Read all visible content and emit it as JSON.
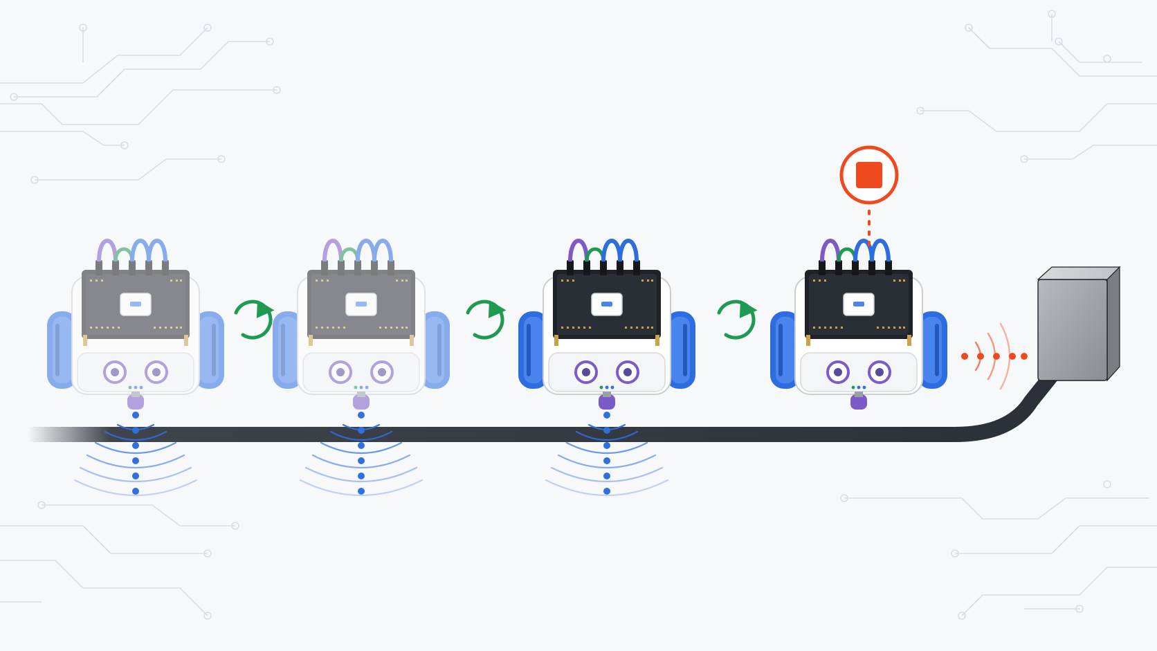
{
  "scene": {
    "description_labels": [],
    "colors": {
      "background": "#f7f8fa",
      "track": "#2b3038",
      "sensor_blue": "#2f6fe0",
      "loop_green": "#1f9a52",
      "stop_orange": "#ee4a1e",
      "wheel_blue": "#2d6de0",
      "board_dark": "#1f2228",
      "chassis_white": "#ffffff",
      "obstacle_gray": "#8e9196",
      "circuit_trace": "#d7dde6"
    },
    "robots": [
      {
        "id": "robot-1",
        "state": "following-line",
        "opacity": 0.55,
        "sensor": "line-sensor-active"
      },
      {
        "id": "robot-2",
        "state": "following-line",
        "opacity": 0.55,
        "sensor": "line-sensor-active"
      },
      {
        "id": "robot-3",
        "state": "following-line",
        "opacity": 1.0,
        "sensor": "line-sensor-active"
      },
      {
        "id": "robot-4",
        "state": "stopped",
        "opacity": 1.0,
        "sensor": "distance-sensor-detecting"
      }
    ],
    "loop_arrows": [
      {
        "id": "loop-1",
        "icon": "loop-arrow-icon"
      },
      {
        "id": "loop-2",
        "icon": "loop-arrow-icon"
      },
      {
        "id": "loop-3",
        "icon": "loop-arrow-icon"
      }
    ],
    "stop_indicator": {
      "icon": "stop-icon"
    },
    "obstacle": {
      "icon": "obstacle-block"
    }
  }
}
